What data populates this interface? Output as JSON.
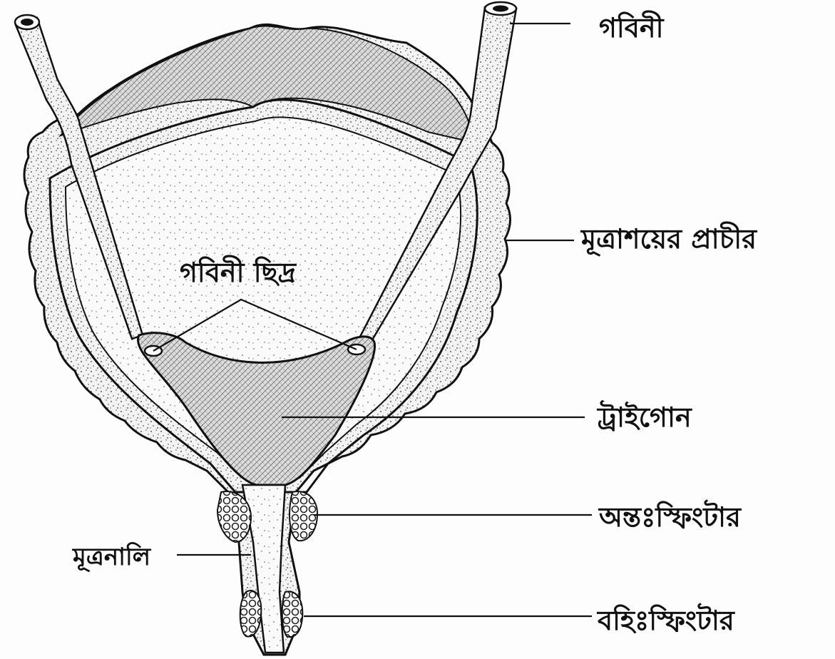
{
  "diagram": {
    "labels": {
      "ureter": "গবিনী",
      "bladder_wall": "মূত্রাশয়ের প্রাচীর",
      "ureter_openings": "গবিনী ছিদ্র",
      "trigone": "ট্রাইগোন",
      "internal_sphincter": "অন্তঃস্ফিংটার",
      "urethra": "মূত্রনালি",
      "external_sphincter": "বহিঃস্ফিংটার"
    },
    "colors": {
      "ink": "#111111",
      "wall_fill": "#e9e9e9",
      "cavity_fill": "#f7f7f7",
      "trigone_fill": "#d6d6d6",
      "sphincter_fill": "#ffffff"
    }
  }
}
